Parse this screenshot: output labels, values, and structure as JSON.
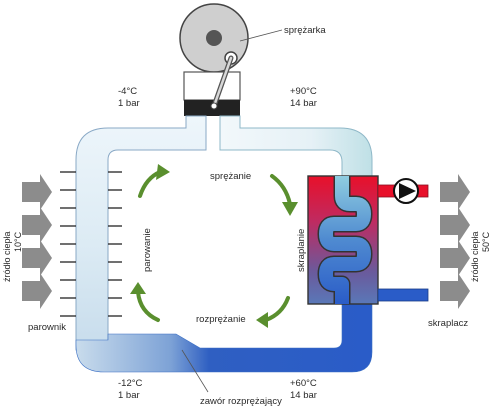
{
  "labels": {
    "compressor": "sprężarka",
    "inlet_temp": "-4°C",
    "inlet_pressure": "1 bar",
    "outlet_temp": "+90°C",
    "outlet_pressure": "14 bar",
    "compression": "sprężanie",
    "evaporation": "parowanie",
    "condensation": "skraplanie",
    "expansion": "rozprężanie",
    "evaporator": "parownik",
    "condenser": "skraplacz",
    "valve": "zawór rozprężający",
    "low_temp": "-12°C",
    "low_pressure": "1 bar",
    "cond_out_temp": "+60°C",
    "cond_out_pressure": "14 bar",
    "source_left_line1": "źródło ciepła",
    "source_left_line2": "10°C",
    "source_right_line1": "źródło ciepła",
    "source_right_line2": "50°C"
  },
  "colors": {
    "cold_pipe": "#3a6fc4",
    "cold_light": "#d6e9f3",
    "hot": "#e8102a",
    "arrow_green": "#5a8f2e",
    "heat_arrow": "#8c8c8c",
    "dark": "#333333"
  }
}
